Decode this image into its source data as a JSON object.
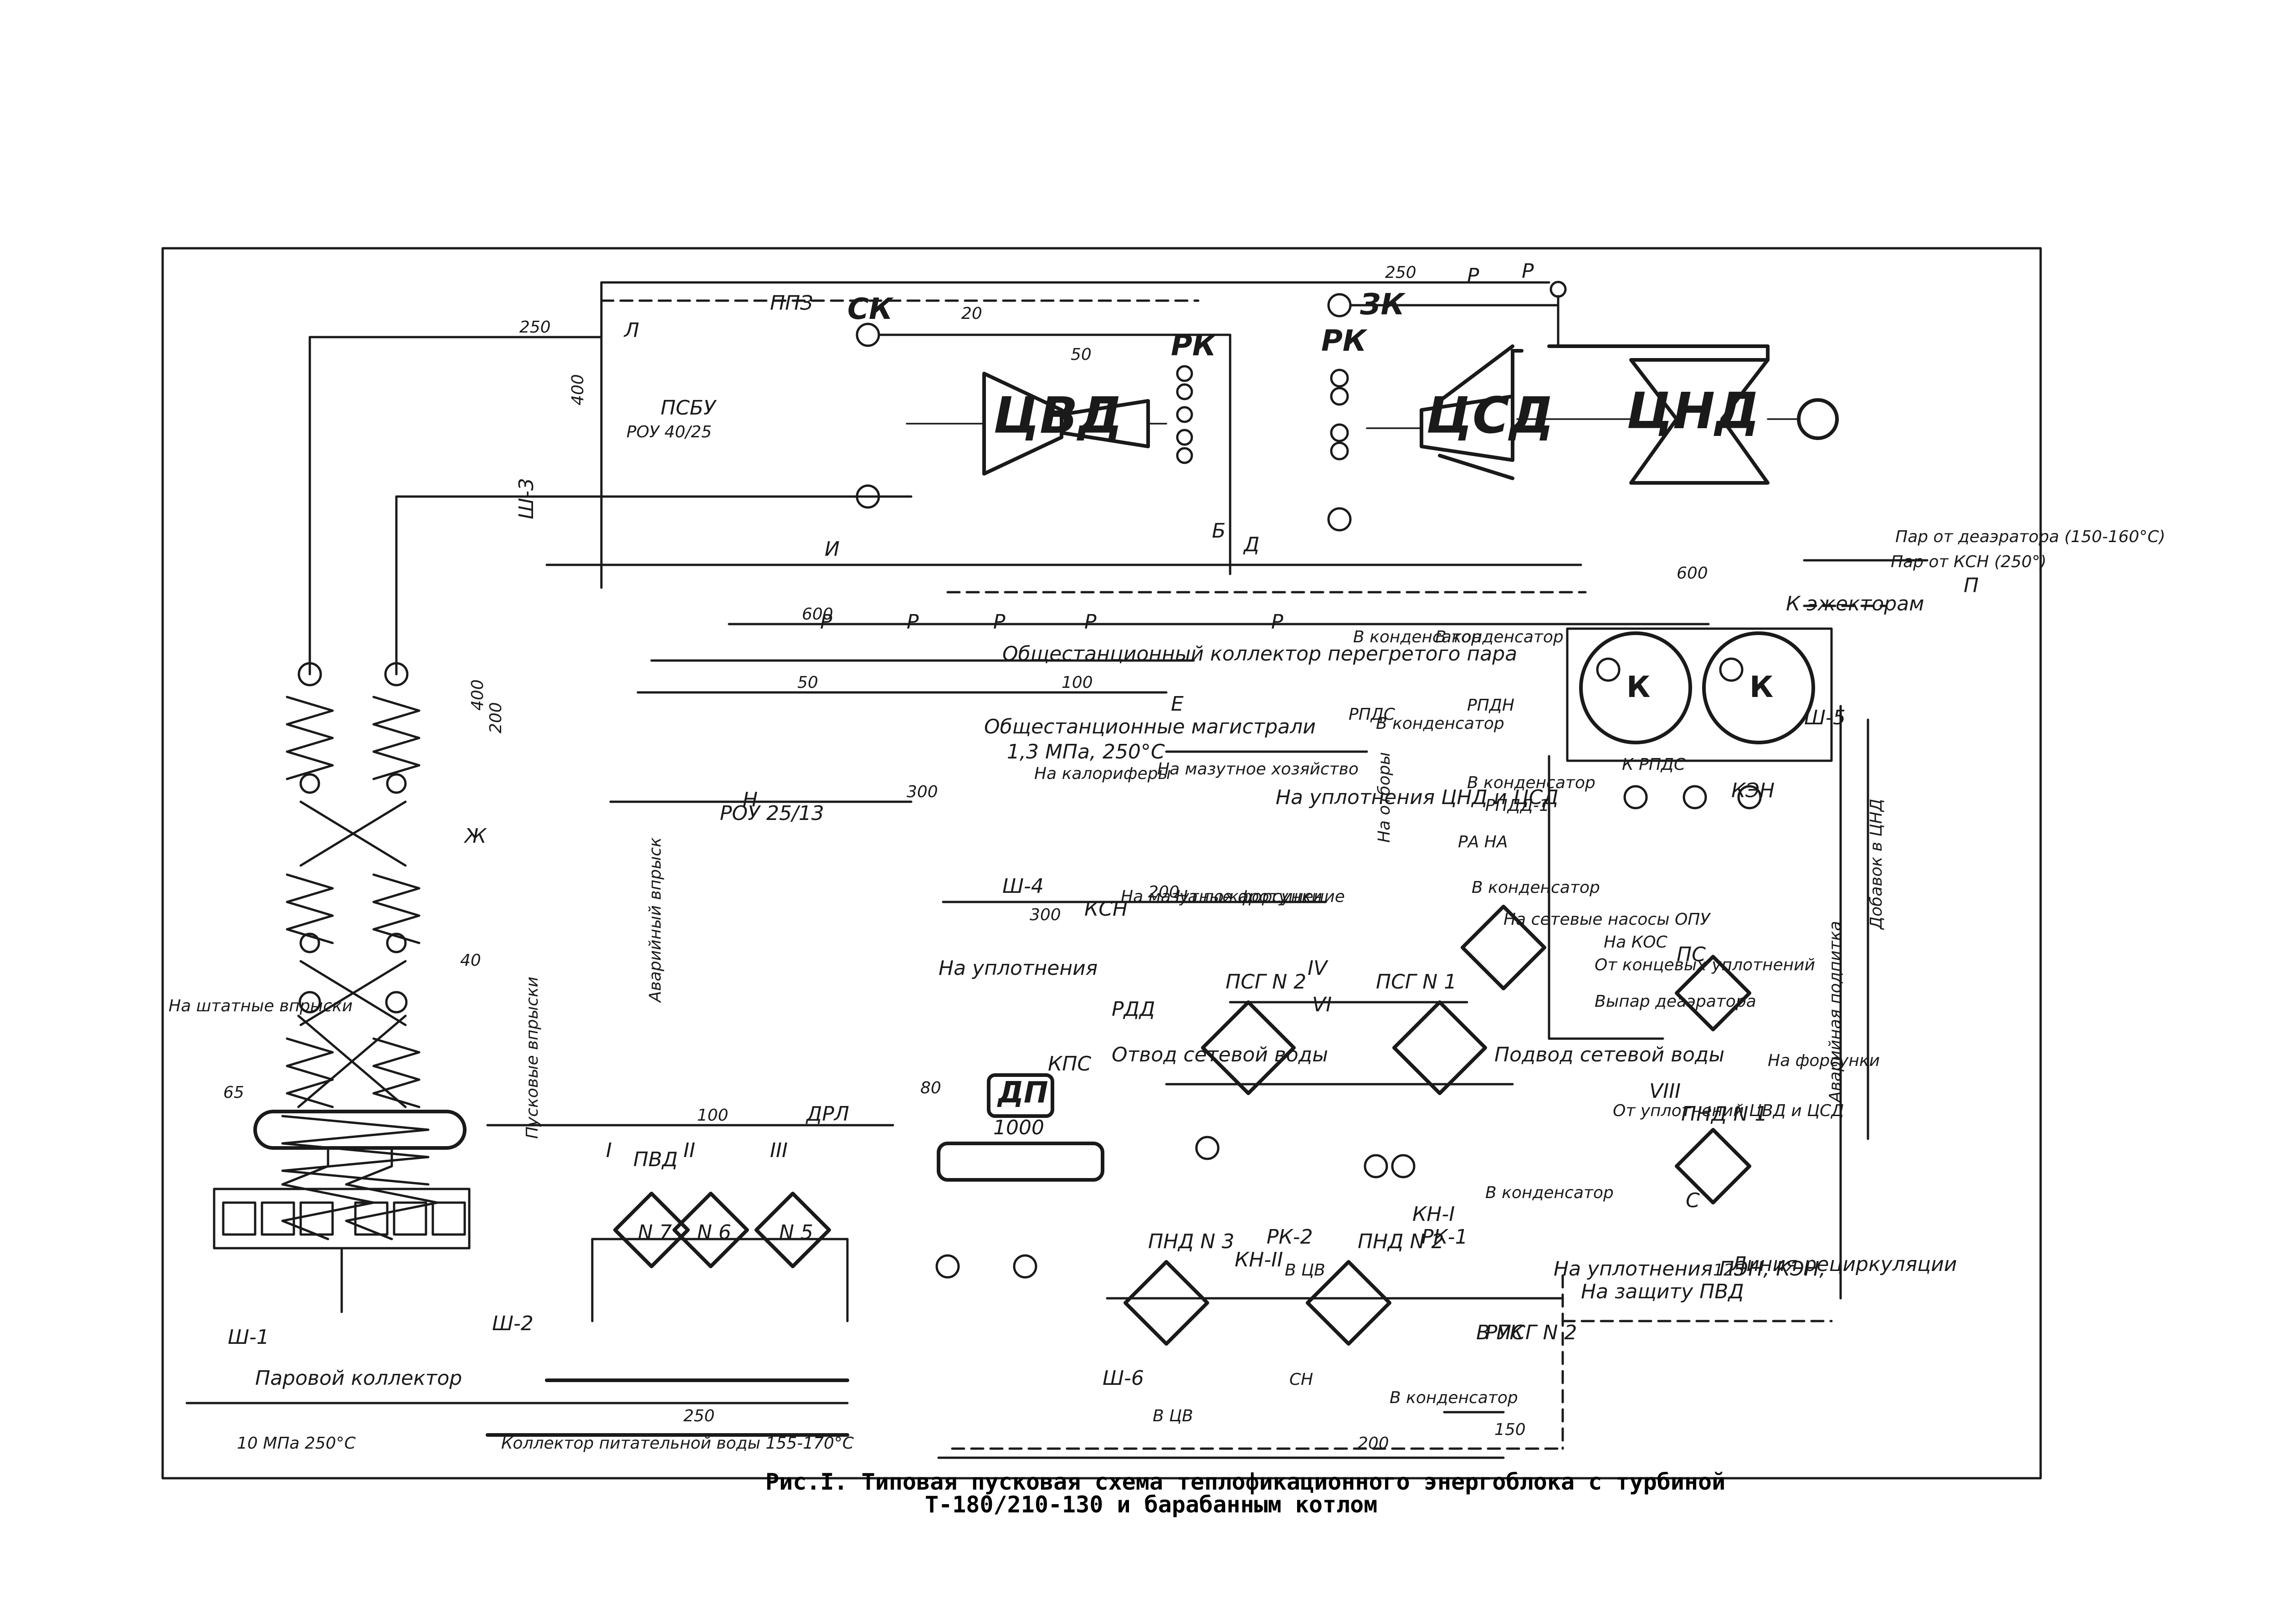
{
  "caption": {
    "line1": "Рис.I. Типовая пусковая схема теплофикационного энергоблока с турбиной",
    "line2": "Т-180/210-130 и барабанным котлом"
  },
  "turbine": {
    "hp": "ЦВД",
    "ip": "ЦСД",
    "lp": "ЦНД",
    "stop_valve": "СК",
    "control_valves": "РК",
    "ip_stop_valve": "ЗК",
    "condenser": "К",
    "ejectors": "К эжекторам"
  },
  "equipment": {
    "psbu": "ПСБУ",
    "rou_40_25": "РОУ 40/25",
    "ppz": "ППЗ",
    "rou_25_13": "РОУ 25/13",
    "deaerator": "ДП",
    "deaerator_cap": "1000",
    "hph7": "N 7",
    "hph6": "N 6",
    "hph5": "N 5",
    "pvd": "ПВД",
    "psg2": "ПСГ N 2",
    "psg1": "ПСГ N 1",
    "pnd3": "ПНД N 3",
    "pnd2": "ПНД N 2",
    "pnd1": "ПНД N 1",
    "ps": "ПС",
    "rpds": "РПДС",
    "rpdn": "РПДН",
    "ra_na": "РА НА",
    "rpdd": "РПДД-1",
    "kn2": "КН-II",
    "kn1": "КН-I",
    "ken": "КЭН",
    "kpds": "К РПДС",
    "rk2": "РК-2",
    "rk1": "РК-1",
    "ruk": "РУК",
    "rdd": "РДД",
    "kps": "КПС",
    "ksn": "КСН",
    "sn": "СН",
    "drl": "ДРЛ"
  },
  "headers": {
    "common_reheat": "Общестанционный коллектор перегретого пара",
    "common_main": "Общестанционные магистрали",
    "main_params": "1,3 МПа, 250°С",
    "steam_collector": "Паровой коллектор",
    "steam_collector_params": "10 МПа 250°С",
    "feed_collector": "Коллектор питательной воды 155-170°С",
    "to_calorifiers": "На калориферы",
    "to_fuel_oil": "На мазутное хозяйство",
    "to_fuel_oil_nozzles": "На мазутные форсунки",
    "to_fire": "На пожаротушение"
  },
  "notes": {
    "seals_cnd_csd": "На уплотнения ЦНД и ЦСД",
    "to_seals": "На уплотнения",
    "to_condenser": "В конденсатор",
    "to_cv": "В ЦВ",
    "deaer_steam": "Пар от деаэратора (150-160°С)",
    "ksn_steam": "Пар от КСН (250°)",
    "to_kos": "На КОС",
    "end_seals": "От концевых уплотнений",
    "deaer_vent": "Выпар деаэратора",
    "return_water": "Отвод сетевой воды",
    "supply_water": "Подвод сетевой воды",
    "network_pumps": "На сетевые насосы ОПУ",
    "seals_pen": "На уплотнения ПЭН, КЭН,",
    "hph_protection": "На защиту ПВД",
    "recirc_line": "Линия рециркуляции",
    "seals_cvd": "От уплотнений ЦВД и ЦСД",
    "to_psg2": "В ПСГ N 2",
    "emergency": "Аварийный впрыск",
    "startup_injection": "Пусковые впрыски",
    "regular_injection": "На штатные впрыски",
    "emergency_makeup": "Аварийная подпитка",
    "makeup_cnd": "Добавок в ЦНД",
    "to_extraction": "На отборы",
    "to_nozzles": "На форсунки"
  },
  "pipe_sizes": [
    "250",
    "250",
    "600",
    "100",
    "50",
    "300",
    "200",
    "150",
    "200",
    "65",
    "80",
    "125",
    "250",
    "100",
    "400",
    "200",
    "300",
    "20",
    "50",
    "40",
    "400",
    "600"
  ],
  "roman": [
    "I",
    "II",
    "III",
    "IV",
    "VI",
    "VIII"
  ],
  "letters": [
    "Л",
    "Н",
    "Р",
    "П",
    "Е",
    "Ж",
    "Д",
    "Б",
    "И",
    "С"
  ],
  "pipe_lettering": {
    "p": "Р",
    "sh1": "Ш-1",
    "sh2": "Ш-2",
    "sh3": "Ш-3",
    "sh4": "Ш-4",
    "sh5": "Ш-5",
    "sh6": "Ш-6"
  }
}
